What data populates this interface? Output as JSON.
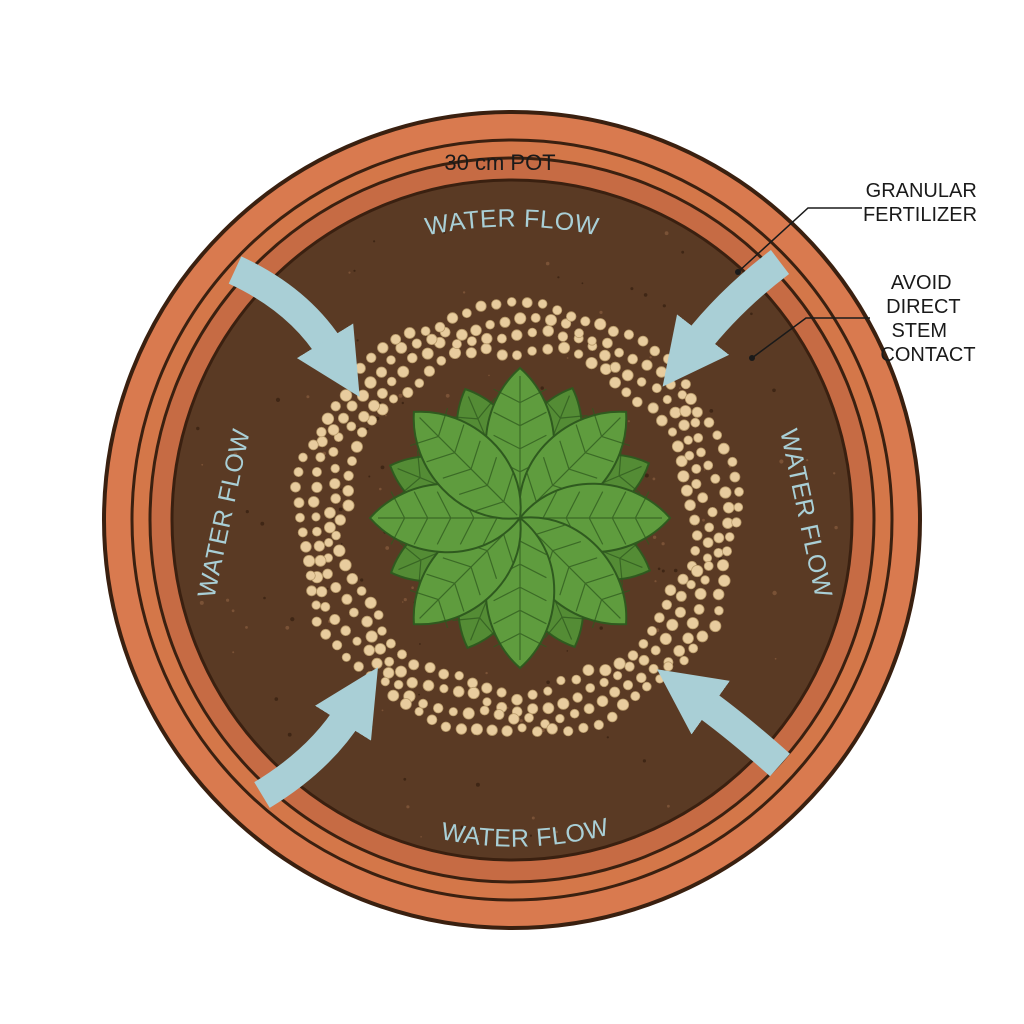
{
  "pot_label": "30 cm POT",
  "water_flow_labels": [
    "WATER FLOW",
    "WATER FLOW",
    "WATER FLOW",
    "WATER FLOW"
  ],
  "callouts": {
    "fertilizer": [
      "GRANULAR",
      "FERTILIZER"
    ],
    "avoid": [
      "AVOID",
      "DIRECT",
      "STEM",
      "CONTACT"
    ]
  },
  "colors": {
    "pot_rim": "#d97a4f",
    "pot_wall": "#c66b44",
    "soil": "#5a3a24",
    "granule": "#e8cc9e",
    "leaf": "#5f9c3e",
    "leaf_vein": "#2f5a1f",
    "water": "#a9cfd6"
  }
}
